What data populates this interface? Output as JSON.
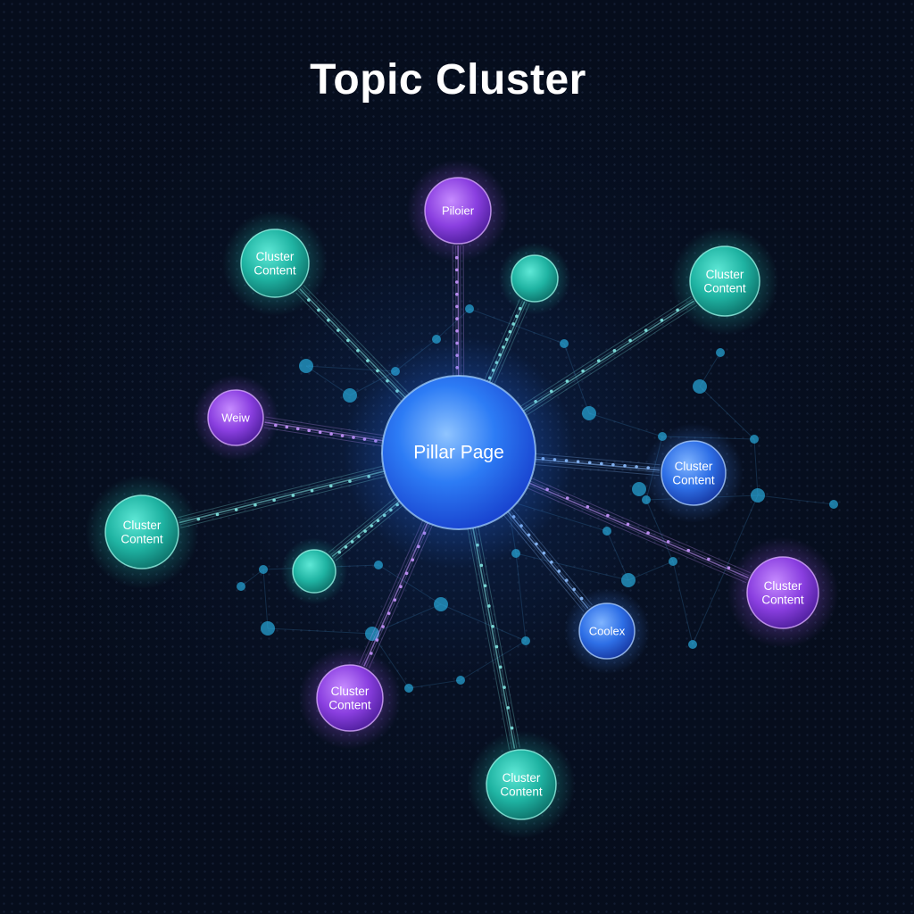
{
  "title": "Topic Cluster",
  "colors": {
    "background": "#060d1c",
    "pillar": "#1f6bf0",
    "teal": "#1fb8a8",
    "purple": "#8a3fe0",
    "blue": "#2e6fe6",
    "network": "#2aa8d8"
  },
  "pillar": {
    "label": "Pillar Page"
  },
  "nodes": [
    {
      "id": "piloier",
      "lines": [
        "Piloier"
      ],
      "color": "purple"
    },
    {
      "id": "cluster-top-left",
      "lines": [
        "Cluster",
        "Content"
      ],
      "color": "teal"
    },
    {
      "id": "cluster-top-right",
      "lines": [
        "Cluster",
        "Content"
      ],
      "color": "teal"
    },
    {
      "id": "weiw",
      "lines": [
        "Weiw"
      ],
      "color": "purple"
    },
    {
      "id": "cluster-left",
      "lines": [
        "Cluster",
        "Content"
      ],
      "color": "teal"
    },
    {
      "id": "cluster-right",
      "lines": [
        "Cluster",
        "Content"
      ],
      "color": "blue"
    },
    {
      "id": "cluster-right-purple",
      "lines": [
        "Cluster",
        "Content"
      ],
      "color": "purple"
    },
    {
      "id": "coolex",
      "lines": [
        "Coolex"
      ],
      "color": "blue"
    },
    {
      "id": "cluster-bottom-left",
      "lines": [
        "Cluster",
        "Content"
      ],
      "color": "purple"
    },
    {
      "id": "cluster-bottom",
      "lines": [
        "Cluster",
        "Content"
      ],
      "color": "teal"
    },
    {
      "id": "unlabeled-upper",
      "lines": [],
      "color": "teal"
    },
    {
      "id": "unlabeled-lower",
      "lines": [],
      "color": "teal"
    }
  ]
}
